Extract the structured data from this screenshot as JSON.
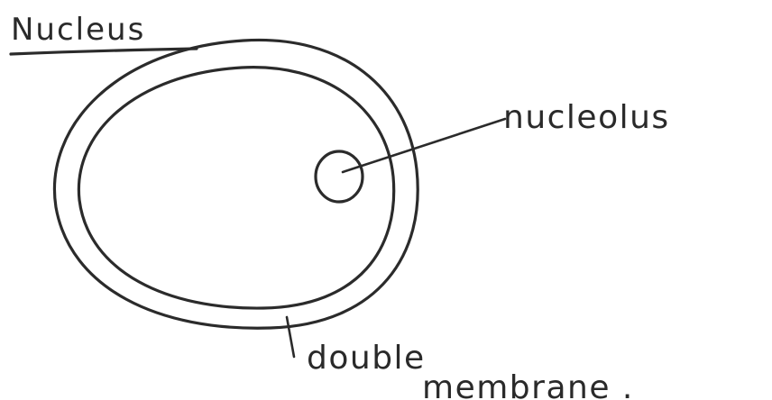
{
  "diagram": {
    "title": "Nucleus",
    "labels": {
      "nucleolus": "nucleolus",
      "membrane_line1": "double",
      "membrane_line2": "membrane ."
    }
  }
}
